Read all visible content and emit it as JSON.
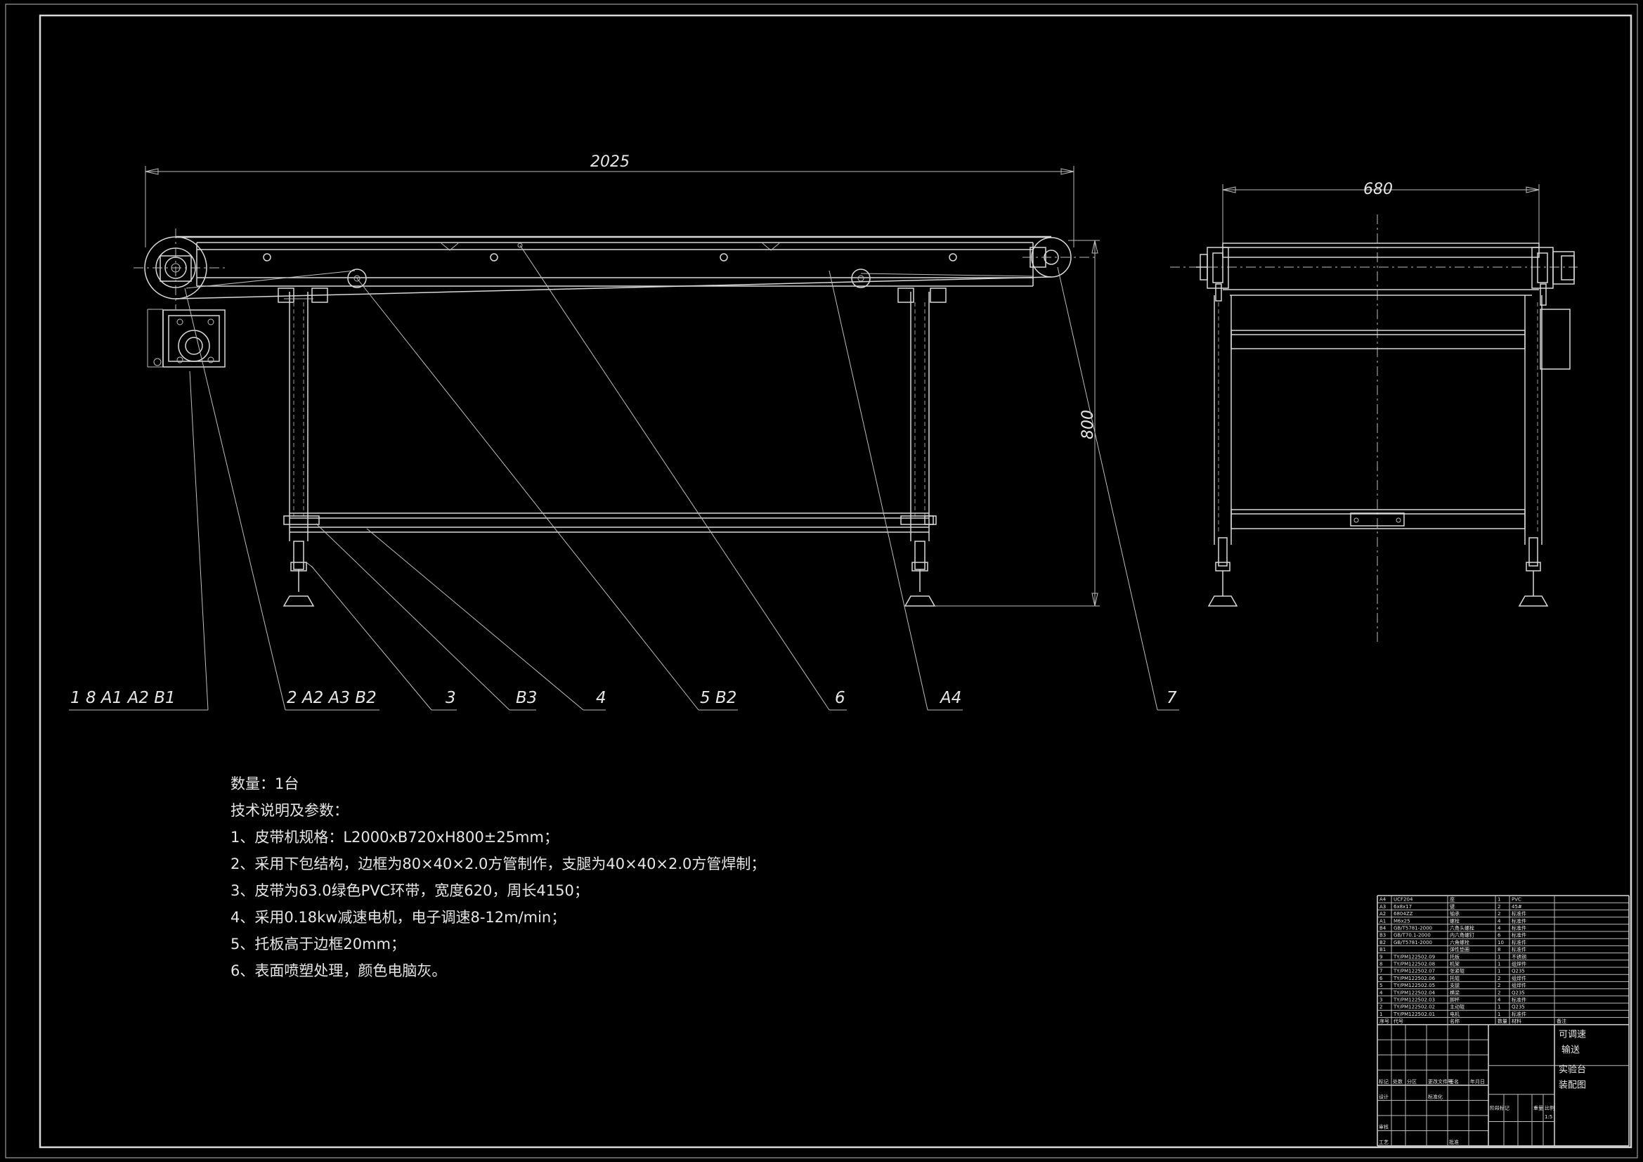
{
  "dimensions": {
    "length": "2025",
    "width": "680",
    "height": "800"
  },
  "balloons": {
    "b1": "1   8   A1  A2  B1",
    "b2": "2  A2  A3  B2",
    "b3": "3",
    "b4": "B3",
    "b5": "4",
    "b6": "5  B2",
    "b7": "6",
    "b8": "A4",
    "b9": "7"
  },
  "notes": {
    "quantity": "数量：1台",
    "heading": "技术说明及参数：",
    "items": [
      "1、皮带机规格：L2000xB720xH800±25mm；",
      "2、采用下包结构，边框为80×40×2.0方管制作，支腿为40×40×2.0方管焊制；",
      "3、皮带为δ3.0绿色PVC环带，宽度620，周长4150；",
      "4、采用0.18kw减速电机，电子调速8-12m/min；",
      "5、托板高于边框20mm；",
      "6、表面喷塑处理，颜色电脑灰。"
    ]
  },
  "parts_list": {
    "rows": [
      [
        "A4",
        "UCF204",
        "座",
        "1",
        "PVC",
        ""
      ],
      [
        "A3",
        "6x8x17",
        "键",
        "2",
        "45#",
        ""
      ],
      [
        "A2",
        "6804ZZ",
        "轴承",
        "2",
        "标准件",
        ""
      ],
      [
        "A1",
        "M6x25",
        "螺栓",
        "4",
        "标准件",
        ""
      ],
      [
        "B4",
        "GB/T5781-2000",
        "六角头螺栓",
        "4",
        "标准件",
        ""
      ],
      [
        "B3",
        "GB/T70.1-2000",
        "内六角螺钉",
        "6",
        "标准件",
        ""
      ],
      [
        "B2",
        "GB/T5781-2000",
        "六角螺栓",
        "10",
        "标准件",
        ""
      ],
      [
        "B1",
        "",
        "弹性垫圈",
        "8",
        "标准件",
        ""
      ],
      [
        "9",
        "TY/PM122502.09",
        "托板",
        "1",
        "不锈钢",
        ""
      ],
      [
        "8",
        "TY/PM122502.08",
        "机架",
        "1",
        "组焊件",
        ""
      ],
      [
        "7",
        "TY/PM122502.07",
        "张紧辊",
        "1",
        "Q235",
        ""
      ],
      [
        "6",
        "TY/PM122502.06",
        "托辊",
        "2",
        "组焊件",
        ""
      ],
      [
        "5",
        "TY/PM122502.05",
        "支腿",
        "2",
        "组焊件",
        ""
      ],
      [
        "4",
        "TY/PM122502.04",
        "横梁",
        "2",
        "Q235",
        ""
      ],
      [
        "3",
        "TY/PM122502.03",
        "脚杯",
        "4",
        "标准件",
        ""
      ],
      [
        "2",
        "TY/PM122502.02",
        "主动辊",
        "1",
        "Q235",
        ""
      ],
      [
        "1",
        "TY/PM122502.01",
        "电机",
        "1",
        "标准件",
        ""
      ]
    ],
    "header": [
      "序号",
      "代号",
      "名称",
      "数量",
      "材料",
      "备注"
    ]
  },
  "title_block": {
    "title_line1": "可调速",
    "title_line2": "输送",
    "title_line3": "实验台",
    "title_line4": "装配图",
    "labels": [
      "标记",
      "处数",
      "分区",
      "更改文件号",
      "签名",
      "年月日",
      "设计",
      "审核",
      "工艺",
      "批准",
      "标准化",
      "阶段标记",
      "重量",
      "比例"
    ],
    "scale": "1:5"
  }
}
